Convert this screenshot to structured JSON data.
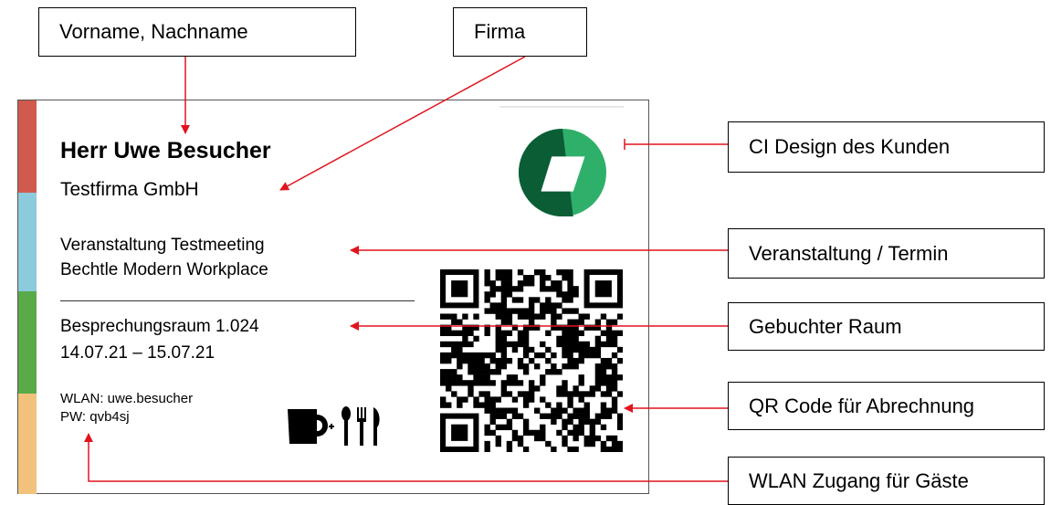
{
  "callouts": {
    "name": "Vorname, Nachname",
    "company": "Firma",
    "ci": "CI Design des Kunden",
    "event": "Veranstaltung / Termin",
    "room": "Gebuchter Raum",
    "qr": "QR Code für Abrechnung",
    "wlan": "WLAN Zugang für Gäste"
  },
  "badge": {
    "name": "Herr Uwe Besucher",
    "company": "Testfirma GmbH",
    "event_line1": "Veranstaltung Testmeeting",
    "event_line2": "Bechtle Modern Workplace",
    "room": "Besprechungsraum 1.024",
    "dates": "14.07.21 – 15.07.21",
    "wlan": "WLAN: uwe.besucher",
    "password": "PW: qvb4sj"
  },
  "icons": {
    "logo": "customer-logo-icon",
    "qr": "qr-code-icon",
    "coffee": "coffee-cup-icon",
    "cutlery": "fork-knife-icon"
  },
  "colors": {
    "stripe_red": "#d05a4e",
    "stripe_blue": "#8ccbdc",
    "stripe_green": "#5aaa4a",
    "stripe_orange": "#f2c27c",
    "arrow_red": "#e0141e",
    "logo_dark": "#0b5d36",
    "logo_light": "#2fb06a"
  }
}
